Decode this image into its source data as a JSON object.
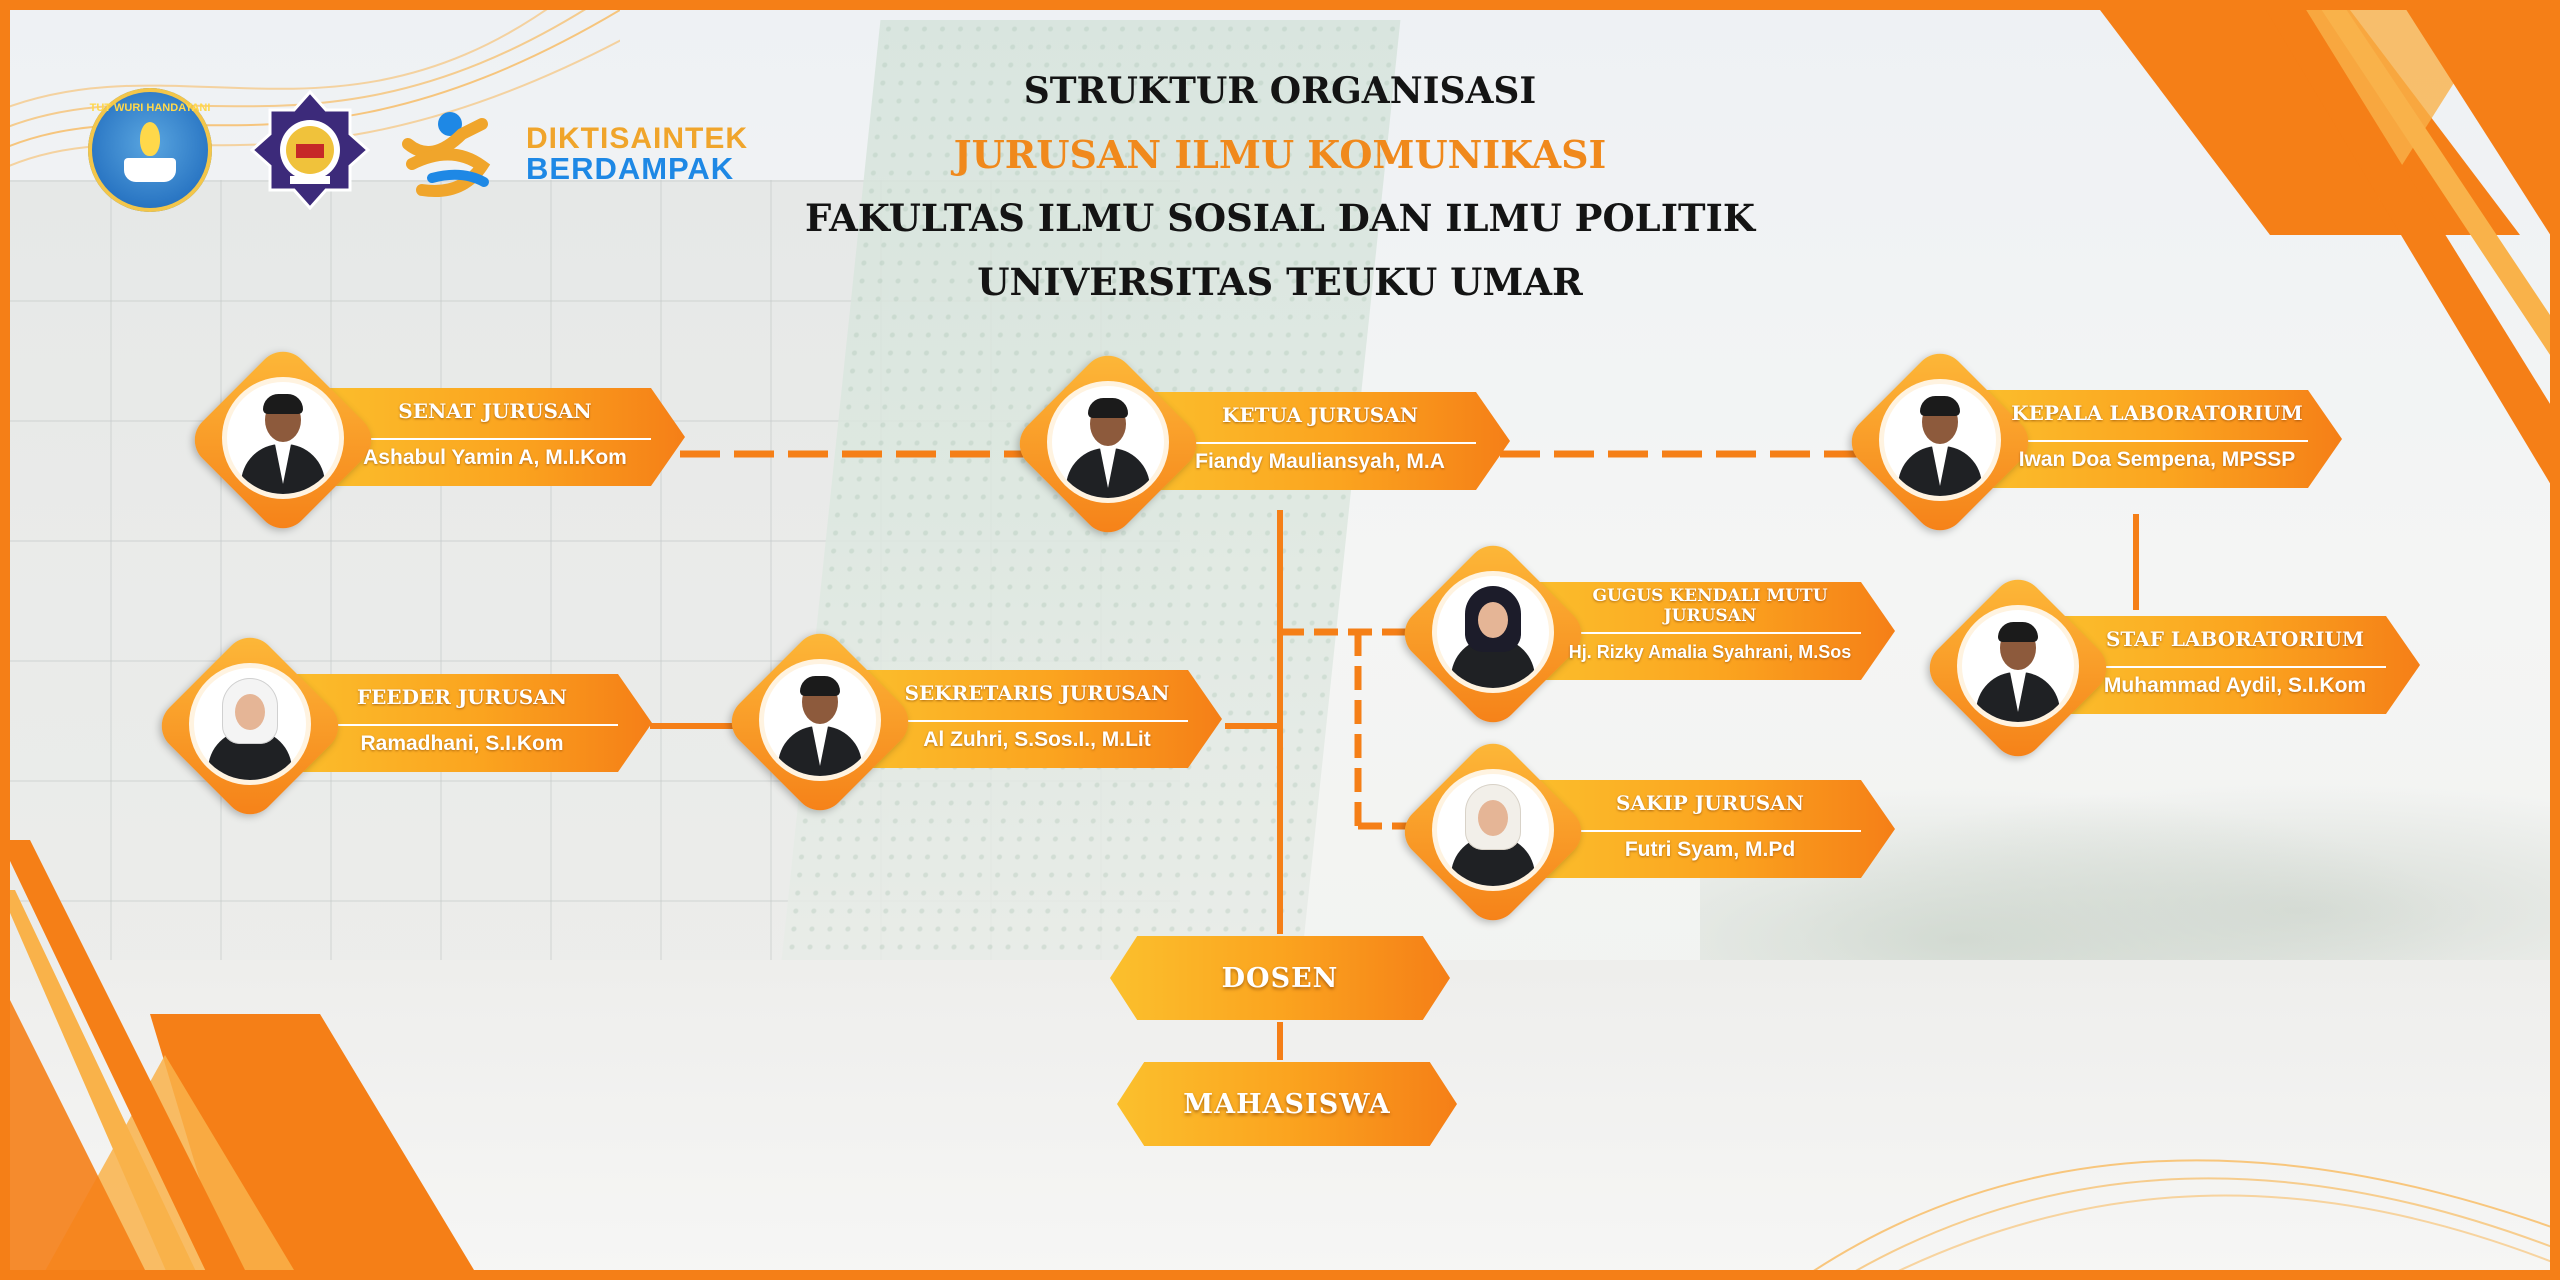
{
  "header": {
    "line1": "STRUKTUR ORGANISASI",
    "line2": "JURUSAN ILMU KOMUNIKASI",
    "line3": "FAKULTAS ILMU SOSIAL DAN ILMU POLITIK",
    "line4": "UNIVERSITAS TEUKU UMAR"
  },
  "logos": {
    "tutwuri_text": "TUT WURI HANDAYANI",
    "dikti_line1": "DIKTISAINTEK",
    "dikti_line2": "BERDAMPAK"
  },
  "colors": {
    "accent": "#f57f17",
    "accent_light": "#fbc02d",
    "title_dark": "#141414",
    "title_orange": "#f0891c"
  },
  "nodes": {
    "senat": {
      "role": "SENAT JURUSAN",
      "name": "Ashabul Yamin A, M.I.Kom"
    },
    "ketua": {
      "role": "KETUA JURUSAN",
      "name": "Fiandy Mauliansyah, M.A"
    },
    "kalab": {
      "role": "KEPALA LABORATORIUM",
      "name": "Iwan Doa Sempena, MPSSP"
    },
    "gugus": {
      "role_line1": "GUGUS KENDALI MUTU",
      "role_line2": "JURUSAN",
      "name": "Hj. Rizky Amalia Syahrani, M.Sos"
    },
    "staf": {
      "role": "STAF LABORATORIUM",
      "name": "Muhammad Aydil, S.I.Kom"
    },
    "feeder": {
      "role": "FEEDER JURUSAN",
      "name": "Ramadhani, S.I.Kom"
    },
    "sekretaris": {
      "role": "SEKRETARIS JURUSAN",
      "name": "Al Zuhri, S.Sos.I., M.Lit"
    },
    "sakip": {
      "role": "SAKIP JURUSAN",
      "name": "Futri Syam, M.Pd"
    }
  },
  "boxes": {
    "dosen": "DOSEN",
    "mahasiswa": "MAHASISWA"
  }
}
